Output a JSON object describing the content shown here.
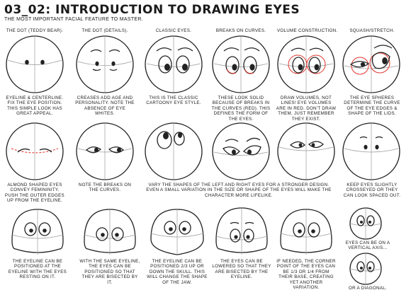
{
  "header": {
    "title": "03_02: INTRODUCTION TO DRAWING EYES",
    "subtitle": "THE MOST IMPORTANT FACIAL FEATURE TO MASTER."
  },
  "row1_labels": [
    "THE DOT (TEDDY BEAR).",
    "THE DOT (DETAILS).",
    "CLASSIC EYES.",
    "BREAKS ON CURVES.",
    "VOLUME CONSTRUCTION.",
    "SQUASH/STRETCH."
  ],
  "row1_captions": [
    "EYELINE & CENTERLINE. FIX THE EYE POSITION. THIS SIMPLE LOOK HAS GREAT APPEAL.",
    "CREASES ADD AGE AND PERSONALITY. NOTE THE ABSENCE OF EYE WHITES.",
    "THIS IS THE CLASSIC CARTOONY EYE STYLE.",
    "THESE LOOK SOLID BECAUSE OF BREAKS IN THE CURVES (RED). THIS DEFINES THE FORM OF THE EYES.",
    "DRAW VOLUMES, NOT LINES! EYE VOLUMES ARE IN RED. DON'T DRAW THEM, JUST REMEMBER THEY EXIST.",
    "THE EYE SPHERES DETERMINE THE CURVE OF THE EYE EDGES & SHAPE OF THE LIDS."
  ],
  "row2_captions": [
    "ALMOND SHAPED EYES CONVEY FEMININITY. PUSH THE OUTER EDGES UP FROM THE EYELINE.",
    "NOTE THE BREAKS ON THE CURVES.",
    "VARY THE SHAPES OF THE LEFT AND RIGHT EYES FOR A STRONGER DESIGN. EVEN A SMALL VARIATION IN THE SIZE OR SHAPE OF THE EYES WILL MAKE THE CHARACTER MORE LIFELIKE.",
    "KEEP EYES SLIGHTLY CROSSEYED OR THEY CAN LOOK SPACED OUT."
  ],
  "row3_captions": [
    "THE EYELINE CAN BE POSITIONED AT THE EYELINE WITH THE EYES RESTING ON IT.",
    "WITH THE SAME EYELINE, THE EYES CAN BE POSITIONED SO THAT THEY ARE BISECTED BY IT.",
    "THE EYELINE CAN BE POSITIONED 2/3 UP OR DOWN THE SKULL. THIS WILL CHANGE THE SHAPE OF THE JAW.",
    "THE EYES CAN BE LOWERED SO THAT THEY ARE BISECTED BY THE EYELINE.",
    "IF NEEDED, THE CORNER POINT OF THE EYES CAN BE 1/3 OR 1/4 FROM THEIR BASE, CREATING YET ANOTHER VARIATION."
  ],
  "side_captions": [
    "EYES CAN BE ON A VERTICAL AXIS...",
    "OR A DIAGONAL."
  ]
}
